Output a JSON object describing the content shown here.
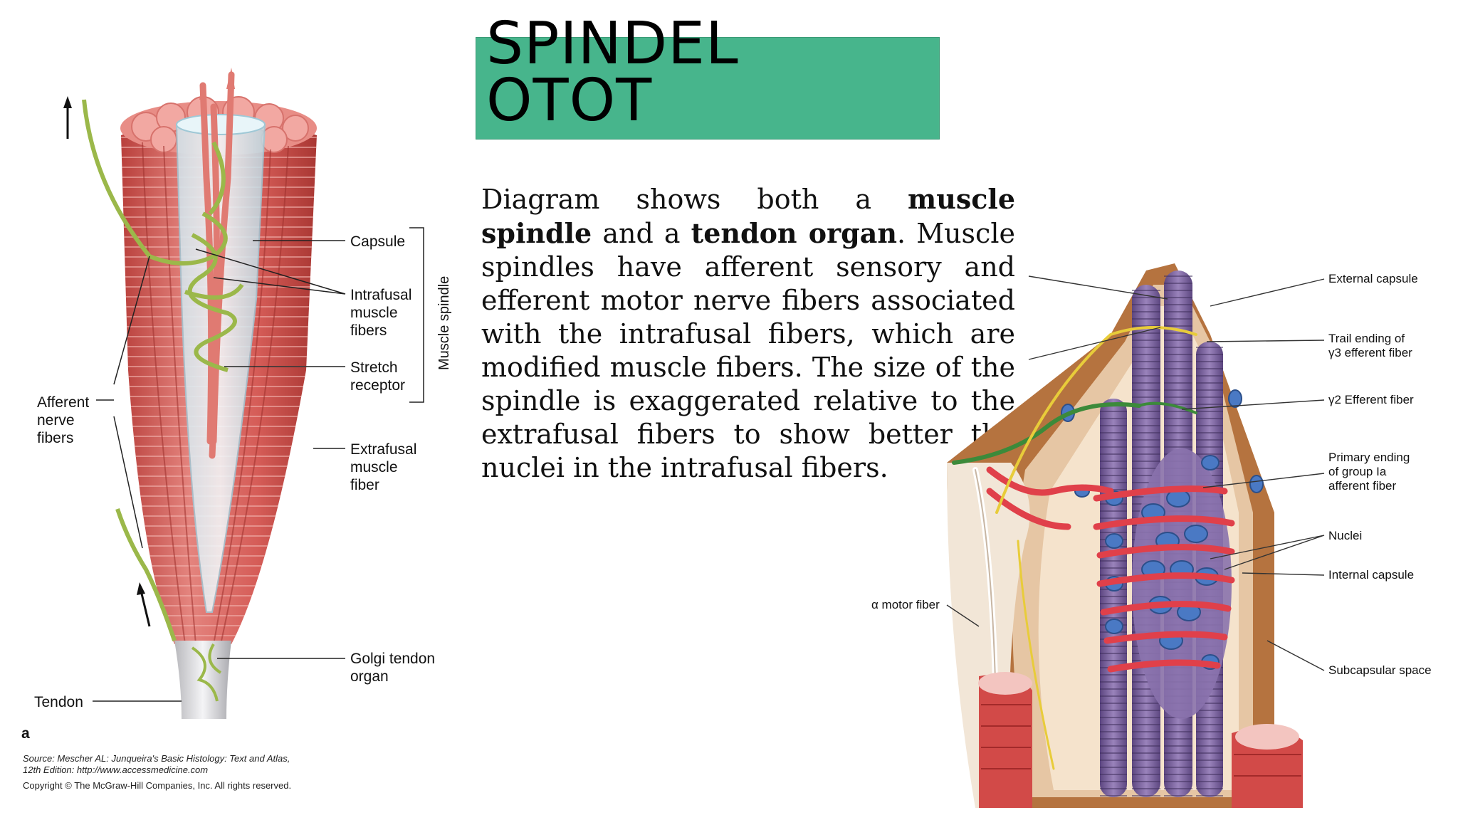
{
  "title": "SPINDEL\nOTOT",
  "description": {
    "part1": "Diagram shows both a ",
    "bold1": "muscle spindle",
    "part2": " and a ",
    "bold2": "tendon organ",
    "part3": ". Muscle spindles have afferent sensory and efferent motor nerve fibers associated with the intrafusal fibers, which are modified muscle fibers. The size of the spindle is exaggerated relative to the extrafusal fibers to show better the nuclei in the intrafusal fibers."
  },
  "left_figure": {
    "labels": {
      "capsule": "Capsule",
      "intrafusal": "Intrafusal\nmuscle\nfibers",
      "stretch": "Stretch\nreceptor",
      "muscle_spindle": "Muscle spindle",
      "afferent": "Afferent\nnerve\nfibers",
      "extrafusal": "Extrafusal\nmuscle\nfiber",
      "golgi": "Golgi tendon\norgan",
      "tendon": "Tendon",
      "panel": "a"
    },
    "source_line1": "Source: Mescher AL: Junqueira's Basic Histology: Text and Atlas,",
    "source_line2": "12th Edition: http://www.accessmedicine.com",
    "copyright": "Copyright © The McGraw-Hill Companies, Inc. All rights reserved."
  },
  "right_figure": {
    "labels": {
      "external_capsule": "External capsule",
      "trail_ending": "Trail ending of\nγ3 efferent fiber",
      "gamma2": "γ2 Efferent fiber",
      "primary_ending": "Primary ending\nof group Ia\nafferent fiber",
      "nuclei": "Nuclei",
      "internal_capsule": "Internal capsule",
      "alpha_motor": "α motor fiber",
      "subcapsular": "Subcapsular space"
    }
  },
  "colors": {
    "title_bg": "#47b58c",
    "muscle": "#d9635f",
    "nerve": "#9bb84a",
    "capsule_brown": "#b5733f",
    "intrafusal_purple": "#7a5e99",
    "nuclei_blue": "#4a79c4"
  }
}
